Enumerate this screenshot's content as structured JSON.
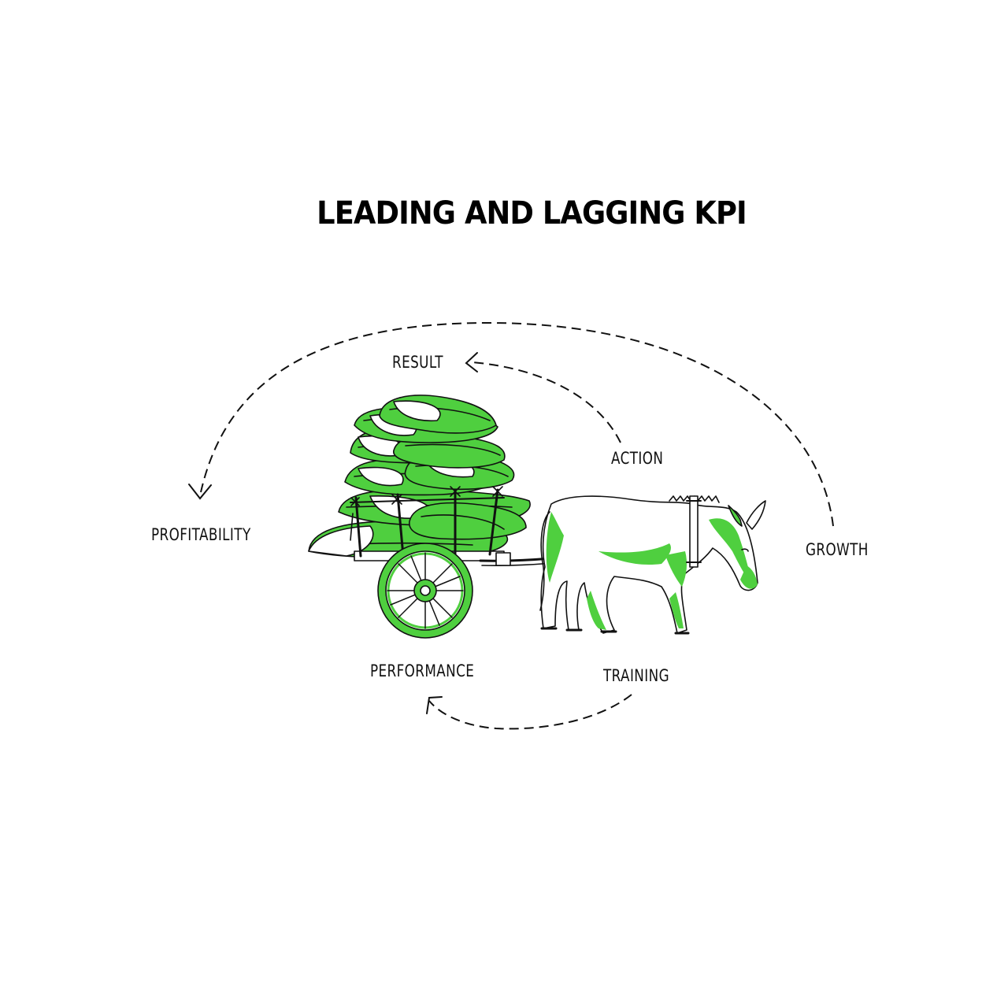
{
  "title": "LEADING AND LAGGING KPI",
  "labels": {
    "result": "RESULT",
    "action": "ACTION",
    "profitability": "PROFITABILITY",
    "growth": "GROWTH",
    "performance": "PERFORMANCE",
    "training": "TRAINING"
  },
  "colors": {
    "accent": "#4fcf3f",
    "ink": "#111111",
    "background": "#ffffff"
  },
  "illustration": "donkey-cart-icon"
}
